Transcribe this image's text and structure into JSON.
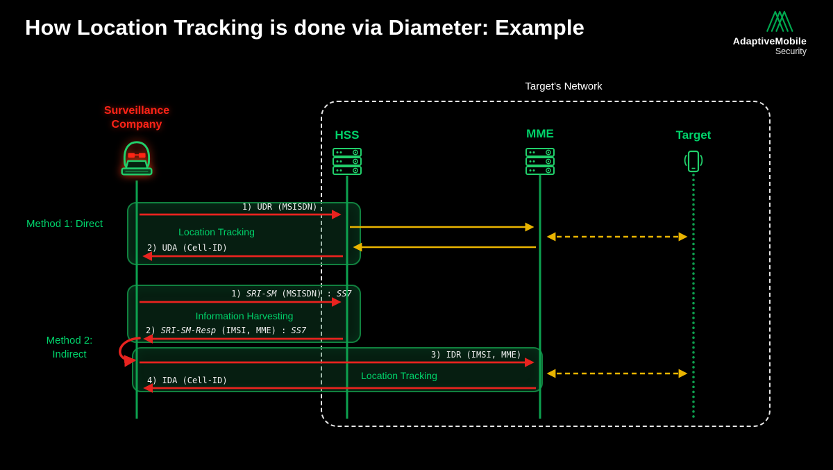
{
  "header": {
    "title": "How Location Tracking is done via Diameter: Example",
    "logo": {
      "name": "AdaptiveMobile",
      "sub": "Security"
    }
  },
  "network": {
    "label": "Target's Network"
  },
  "actors": {
    "surveillance": "Surveillance\nCompany",
    "hss": "HSS",
    "mme": "MME",
    "target": "Target"
  },
  "methods": {
    "method1": "Method 1: Direct",
    "method2": "Method 2:\nIndirect"
  },
  "method1": {
    "msg1": "1) UDR (MSISDN)",
    "box_label": "Location Tracking",
    "msg2": "2) UDA (Cell-ID)"
  },
  "method2": {
    "msg1": {
      "pre": "1) ",
      "it1": "SRI-SM",
      "mid": " (MSISDN) : ",
      "it2": "SS7"
    },
    "harvest_label": "Information Harvesting",
    "msg2": {
      "pre": "2) ",
      "it1": "SRI-SM-Resp",
      "mid": " (IMSI, MME) : ",
      "it2": "SS7"
    },
    "msg3": "3) IDR (IMSI, MME)",
    "track_label": "Location Tracking",
    "msg4": "4) IDA (Cell-ID)"
  },
  "icons": {
    "surveillance": "hacker-laptop-icon",
    "hss": "server-icon",
    "mme": "server-icon",
    "target": "mobile-phone-icon",
    "logo": "adaptivemobile-logo-icon"
  },
  "colors": {
    "background": "#000000",
    "green_text": "#00d26a",
    "green_line": "#0da14f",
    "red": "#e8231f",
    "yellow": "#e9b400",
    "white": "#ffffff"
  }
}
